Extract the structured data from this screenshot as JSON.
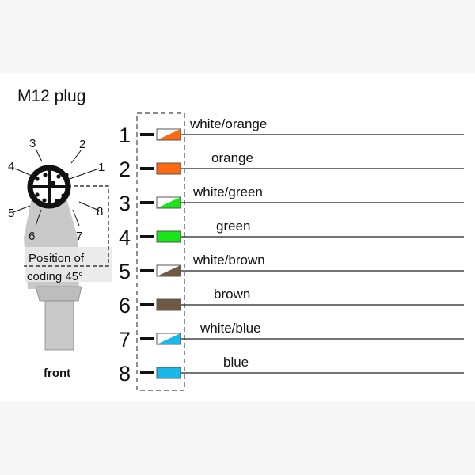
{
  "title": "M12 plug",
  "front_label": "front",
  "coding_label_line1": "Position of",
  "coding_label_line2": "coding 45°",
  "connector_pin_numbers": [
    "1",
    "2",
    "3",
    "4",
    "5",
    "6",
    "7",
    "8"
  ],
  "pins": [
    {
      "number": "1",
      "label": "white/orange",
      "color": "#ff6a10",
      "striped": true
    },
    {
      "number": "2",
      "label": "orange",
      "color": "#ff6a10",
      "striped": false
    },
    {
      "number": "3",
      "label": "white/green",
      "color": "#19e619",
      "striped": true
    },
    {
      "number": "4",
      "label": "green",
      "color": "#19e619",
      "striped": false
    },
    {
      "number": "5",
      "label": "white/brown",
      "color": "#6e5a44",
      "striped": true
    },
    {
      "number": "6",
      "label": "brown",
      "color": "#6e5a44",
      "striped": false
    },
    {
      "number": "7",
      "label": "white/blue",
      "color": "#1ab8e8",
      "striped": true
    },
    {
      "number": "8",
      "label": "blue",
      "color": "#1ab8e8",
      "striped": false
    }
  ]
}
